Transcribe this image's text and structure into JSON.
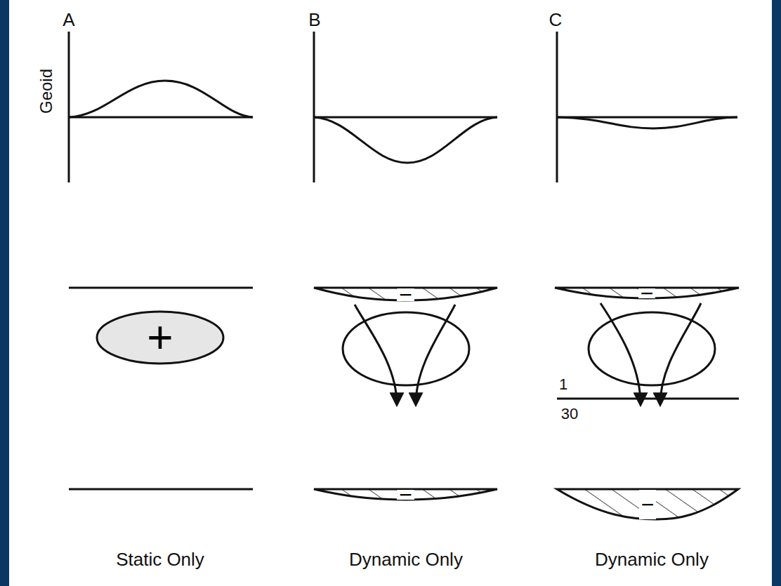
{
  "diagram": {
    "nodes": [
      {
        "text": [
          "+"
        ]
      },
      {
        "text": [
          "−"
        ]
      },
      {
        "text": [
          "−"
        ]
      },
      {
        "text": [
          "−"
        ]
      },
      {
        "text": [
          "−"
        ]
      }
    ],
    "labels": [
      "A",
      "B",
      "C",
      "Geoid",
      "1",
      "30",
      "Static Only",
      "Dynamic Only",
      "Dynamic Only"
    ]
  }
}
